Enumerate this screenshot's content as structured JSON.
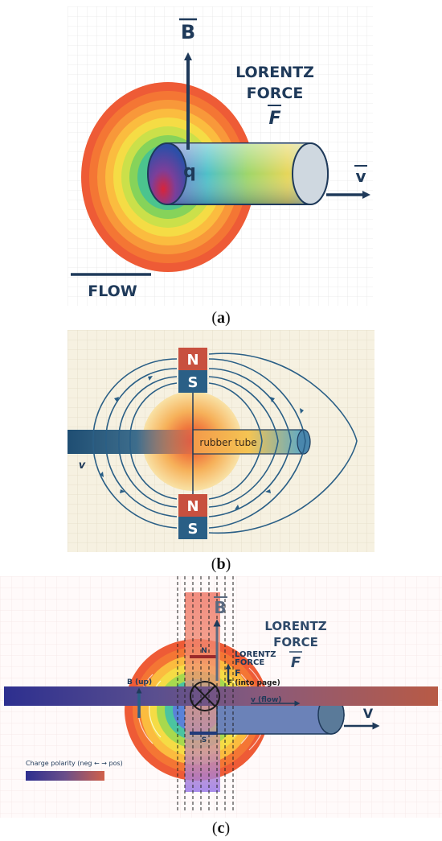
{
  "panel_a": {
    "b_label": "B",
    "lorentz_line1": "LORENTZ",
    "lorentz_line2": "FORCE",
    "f_label": "F",
    "charge_label": "q",
    "v_label": "v",
    "flow_label": "FLOW",
    "caption_letter": "a"
  },
  "panel_b": {
    "north_label": "N",
    "south_label": "S",
    "tube_label": "rubber tube",
    "v_label": "v",
    "caption_letter": "b"
  },
  "panel_c": {
    "b_label": "B",
    "lorentz_line1": "LORENTZ",
    "lorentz_line2": "FORCE",
    "f_label": "F",
    "small_lorentz_line1": "LORENTZ",
    "small_lorentz_line2": "FORCE",
    "small_f_label": "F",
    "into_page_label": "F (into page)",
    "b_up_label": "B (up)",
    "v_flow_label": "v (flow)",
    "v_label": "V",
    "north_label": "N",
    "south_label": "S",
    "legend_label": "Charge polarity (neg ← → pos)",
    "caption_letter": "c"
  },
  "colors": {
    "navy": "#1f3a5a",
    "magnet_red": "#c8503f",
    "magnet_blue": "#2a5f86",
    "panel_b_bg": "#f6f1e1"
  }
}
